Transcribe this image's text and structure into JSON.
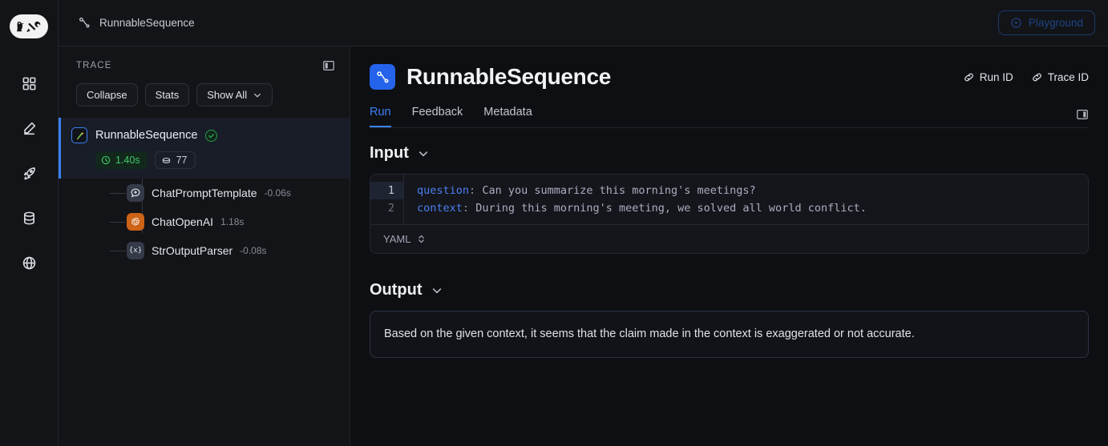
{
  "colors": {
    "accent": "#3b82f6",
    "success": "#41c96a",
    "openai_orange": "#d2691e",
    "bg": "#0e0f12",
    "panel": "#131417"
  },
  "rail": {
    "logo_name": "langsmith-logo",
    "items": [
      {
        "name": "dashboard-icon",
        "label": "Dashboard"
      },
      {
        "name": "edit-icon",
        "label": "Annotate"
      },
      {
        "name": "rocket-icon",
        "label": "Deployments"
      },
      {
        "name": "database-icon",
        "label": "Datasets"
      },
      {
        "name": "globe-icon",
        "label": "Public"
      }
    ]
  },
  "topbar": {
    "breadcrumb": "RunnableSequence",
    "breadcrumb_icon": "sequence-icon",
    "playground_label": "Playground",
    "playground_icon": "play-circle-icon"
  },
  "trace": {
    "title": "TRACE",
    "panel_toggle_icon": "panel-layout-icon",
    "controls": [
      {
        "label": "Collapse",
        "name": "collapse-button",
        "has_chevron": false
      },
      {
        "label": "Stats",
        "name": "stats-button",
        "has_chevron": false
      },
      {
        "label": "Show All",
        "name": "show-all-dropdown",
        "has_chevron": true
      }
    ],
    "root": {
      "name": "RunnableSequence",
      "icon": "parrot-icon",
      "status": "success",
      "duration": "1.40s",
      "tokens": "77",
      "time_icon": "clock-icon",
      "token_icon": "token-icon",
      "selected": true
    },
    "children": [
      {
        "name": "ChatPromptTemplate",
        "duration": "-0.06s",
        "icon": "chat-prompt-icon"
      },
      {
        "name": "ChatOpenAI",
        "duration": "1.18s",
        "icon": "openai-icon"
      },
      {
        "name": "StrOutputParser",
        "duration": "-0.08s",
        "icon": "braces-x-icon"
      }
    ]
  },
  "main": {
    "title": "RunnableSequence",
    "title_icon": "sequence-icon",
    "actions": [
      {
        "label": "Run ID",
        "name": "run-id-button",
        "icon": "link-icon"
      },
      {
        "label": "Trace ID",
        "name": "trace-id-button",
        "icon": "link-icon"
      }
    ],
    "tabs": [
      {
        "label": "Run",
        "active": true
      },
      {
        "label": "Feedback",
        "active": false
      },
      {
        "label": "Metadata",
        "active": false
      }
    ],
    "tabs_panel_icon": "panel-layout-icon",
    "input": {
      "title": "Input",
      "chevron_icon": "chevron-down-icon",
      "lines": [
        {
          "number": "1",
          "key": "question",
          "colon": ":",
          "value": "Can you summarize this morning's meetings?",
          "active": true
        },
        {
          "number": "2",
          "key": "context",
          "colon": ":",
          "value": "During this morning's meeting, we solved all world conflict.",
          "active": false
        }
      ],
      "language": "YAML",
      "language_icon": "chevron-up-down-icon"
    },
    "output": {
      "title": "Output",
      "chevron_icon": "chevron-down-icon",
      "text": "Based on the given context, it seems that the claim made in the context is exaggerated or not accurate."
    }
  }
}
